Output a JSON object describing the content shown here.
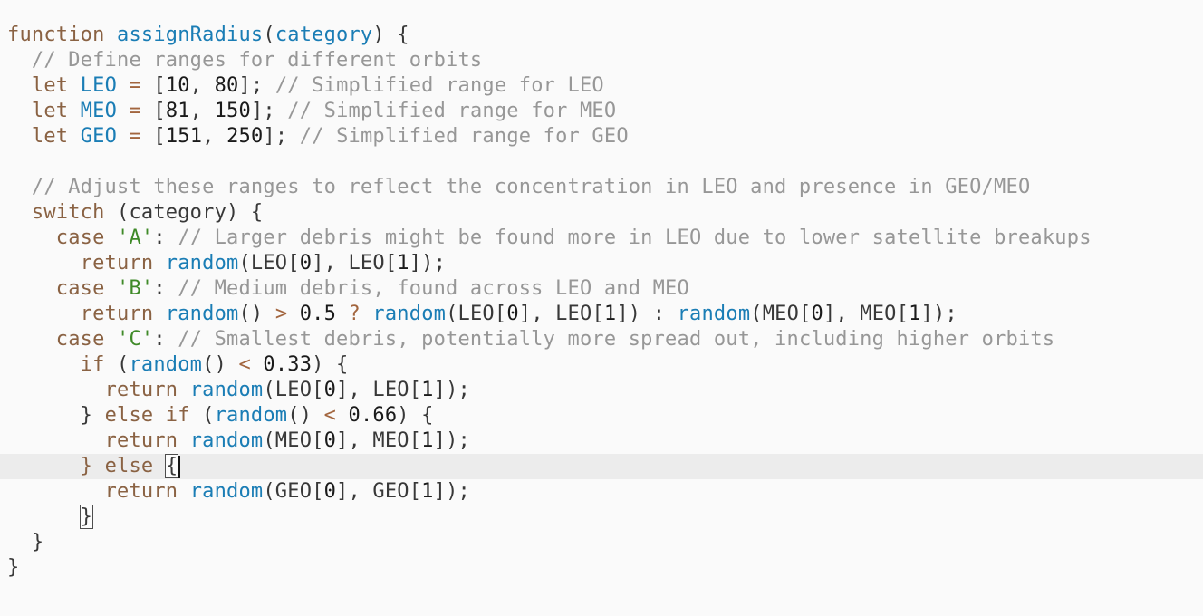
{
  "colors": {
    "background": "#fafafa",
    "active_line": "#ececec",
    "keyword": "#8a6243",
    "operator": "#a2653e",
    "identifier_blue": "#1a7db5",
    "string_green": "#3f8a28",
    "comment_gray": "#979797",
    "number": "#1a1a1a",
    "plain": "#383838",
    "cursor": "#161616"
  },
  "editor": {
    "language": "javascript",
    "cursor_line_number": 18,
    "lines": [
      {
        "tokens": [
          {
            "t": "function",
            "c": "kw"
          },
          {
            "t": " ",
            "c": "pl"
          },
          {
            "t": "assignRadius",
            "c": "def"
          },
          {
            "t": "(",
            "c": "pl"
          },
          {
            "t": "category",
            "c": "def"
          },
          {
            "t": ") {",
            "c": "pl"
          }
        ]
      },
      {
        "tokens": [
          {
            "t": "  ",
            "c": "pl"
          },
          {
            "t": "// Define ranges for different orbits",
            "c": "com"
          }
        ]
      },
      {
        "tokens": [
          {
            "t": "  ",
            "c": "pl"
          },
          {
            "t": "let",
            "c": "kw"
          },
          {
            "t": " ",
            "c": "pl"
          },
          {
            "t": "LEO",
            "c": "def"
          },
          {
            "t": " ",
            "c": "pl"
          },
          {
            "t": "=",
            "c": "op"
          },
          {
            "t": " [",
            "c": "pl"
          },
          {
            "t": "10",
            "c": "num"
          },
          {
            "t": ", ",
            "c": "pl"
          },
          {
            "t": "80",
            "c": "num"
          },
          {
            "t": "]; ",
            "c": "pl"
          },
          {
            "t": "// Simplified range for LEO",
            "c": "com"
          }
        ]
      },
      {
        "tokens": [
          {
            "t": "  ",
            "c": "pl"
          },
          {
            "t": "let",
            "c": "kw"
          },
          {
            "t": " ",
            "c": "pl"
          },
          {
            "t": "MEO",
            "c": "def"
          },
          {
            "t": " ",
            "c": "pl"
          },
          {
            "t": "=",
            "c": "op"
          },
          {
            "t": " [",
            "c": "pl"
          },
          {
            "t": "81",
            "c": "num"
          },
          {
            "t": ", ",
            "c": "pl"
          },
          {
            "t": "150",
            "c": "num"
          },
          {
            "t": "]; ",
            "c": "pl"
          },
          {
            "t": "// Simplified range for MEO",
            "c": "com"
          }
        ]
      },
      {
        "tokens": [
          {
            "t": "  ",
            "c": "pl"
          },
          {
            "t": "let",
            "c": "kw"
          },
          {
            "t": " ",
            "c": "pl"
          },
          {
            "t": "GEO",
            "c": "def"
          },
          {
            "t": " ",
            "c": "pl"
          },
          {
            "t": "=",
            "c": "op"
          },
          {
            "t": " [",
            "c": "pl"
          },
          {
            "t": "151",
            "c": "num"
          },
          {
            "t": ", ",
            "c": "pl"
          },
          {
            "t": "250",
            "c": "num"
          },
          {
            "t": "]; ",
            "c": "pl"
          },
          {
            "t": "// Simplified range for GEO",
            "c": "com"
          }
        ]
      },
      {
        "tokens": []
      },
      {
        "tokens": [
          {
            "t": "  ",
            "c": "pl"
          },
          {
            "t": "// Adjust these ranges to reflect the concentration in LEO and presence in GEO/MEO",
            "c": "com"
          }
        ]
      },
      {
        "tokens": [
          {
            "t": "  ",
            "c": "pl"
          },
          {
            "t": "switch",
            "c": "kw"
          },
          {
            "t": " (category) {",
            "c": "pl"
          }
        ]
      },
      {
        "tokens": [
          {
            "t": "    ",
            "c": "pl"
          },
          {
            "t": "case",
            "c": "kw"
          },
          {
            "t": " ",
            "c": "pl"
          },
          {
            "t": "'A'",
            "c": "str"
          },
          {
            "t": ": ",
            "c": "pl"
          },
          {
            "t": "// Larger debris might be found more in LEO due to lower satellite breakups",
            "c": "com"
          }
        ]
      },
      {
        "tokens": [
          {
            "t": "      ",
            "c": "pl"
          },
          {
            "t": "return",
            "c": "kw"
          },
          {
            "t": " ",
            "c": "pl"
          },
          {
            "t": "random",
            "c": "def"
          },
          {
            "t": "(LEO[",
            "c": "pl"
          },
          {
            "t": "0",
            "c": "num"
          },
          {
            "t": "], LEO[",
            "c": "pl"
          },
          {
            "t": "1",
            "c": "num"
          },
          {
            "t": "]);",
            "c": "pl"
          }
        ]
      },
      {
        "tokens": [
          {
            "t": "    ",
            "c": "pl"
          },
          {
            "t": "case",
            "c": "kw"
          },
          {
            "t": " ",
            "c": "pl"
          },
          {
            "t": "'B'",
            "c": "str"
          },
          {
            "t": ": ",
            "c": "pl"
          },
          {
            "t": "// Medium debris, found across LEO and MEO",
            "c": "com"
          }
        ]
      },
      {
        "tokens": [
          {
            "t": "      ",
            "c": "pl"
          },
          {
            "t": "return",
            "c": "kw"
          },
          {
            "t": " ",
            "c": "pl"
          },
          {
            "t": "random",
            "c": "def"
          },
          {
            "t": "() ",
            "c": "pl"
          },
          {
            "t": ">",
            "c": "op"
          },
          {
            "t": " ",
            "c": "pl"
          },
          {
            "t": "0.5",
            "c": "num"
          },
          {
            "t": " ",
            "c": "pl"
          },
          {
            "t": "?",
            "c": "op"
          },
          {
            "t": " ",
            "c": "pl"
          },
          {
            "t": "random",
            "c": "def"
          },
          {
            "t": "(LEO[",
            "c": "pl"
          },
          {
            "t": "0",
            "c": "num"
          },
          {
            "t": "], LEO[",
            "c": "pl"
          },
          {
            "t": "1",
            "c": "num"
          },
          {
            "t": "]) : ",
            "c": "pl"
          },
          {
            "t": "random",
            "c": "def"
          },
          {
            "t": "(MEO[",
            "c": "pl"
          },
          {
            "t": "0",
            "c": "num"
          },
          {
            "t": "], MEO[",
            "c": "pl"
          },
          {
            "t": "1",
            "c": "num"
          },
          {
            "t": "]);",
            "c": "pl"
          }
        ]
      },
      {
        "tokens": [
          {
            "t": "    ",
            "c": "pl"
          },
          {
            "t": "case",
            "c": "kw"
          },
          {
            "t": " ",
            "c": "pl"
          },
          {
            "t": "'C'",
            "c": "str"
          },
          {
            "t": ": ",
            "c": "pl"
          },
          {
            "t": "// Smallest debris, potentially more spread out, including higher orbits",
            "c": "com"
          }
        ]
      },
      {
        "tokens": [
          {
            "t": "      ",
            "c": "pl"
          },
          {
            "t": "if",
            "c": "kw"
          },
          {
            "t": " (",
            "c": "pl"
          },
          {
            "t": "random",
            "c": "def"
          },
          {
            "t": "() ",
            "c": "pl"
          },
          {
            "t": "<",
            "c": "op"
          },
          {
            "t": " ",
            "c": "pl"
          },
          {
            "t": "0.33",
            "c": "num"
          },
          {
            "t": ") {",
            "c": "pl"
          }
        ]
      },
      {
        "tokens": [
          {
            "t": "        ",
            "c": "pl"
          },
          {
            "t": "return",
            "c": "kw"
          },
          {
            "t": " ",
            "c": "pl"
          },
          {
            "t": "random",
            "c": "def"
          },
          {
            "t": "(LEO[",
            "c": "pl"
          },
          {
            "t": "0",
            "c": "num"
          },
          {
            "t": "], LEO[",
            "c": "pl"
          },
          {
            "t": "1",
            "c": "num"
          },
          {
            "t": "]);",
            "c": "pl"
          }
        ]
      },
      {
        "tokens": [
          {
            "t": "      } ",
            "c": "pl"
          },
          {
            "t": "else",
            "c": "kw"
          },
          {
            "t": " ",
            "c": "pl"
          },
          {
            "t": "if",
            "c": "kw"
          },
          {
            "t": " (",
            "c": "pl"
          },
          {
            "t": "random",
            "c": "def"
          },
          {
            "t": "() ",
            "c": "pl"
          },
          {
            "t": "<",
            "c": "op"
          },
          {
            "t": " ",
            "c": "pl"
          },
          {
            "t": "0.66",
            "c": "num"
          },
          {
            "t": ") {",
            "c": "pl"
          }
        ]
      },
      {
        "tokens": [
          {
            "t": "        ",
            "c": "pl"
          },
          {
            "t": "return",
            "c": "kw"
          },
          {
            "t": " ",
            "c": "pl"
          },
          {
            "t": "random",
            "c": "def"
          },
          {
            "t": "(MEO[",
            "c": "pl"
          },
          {
            "t": "0",
            "c": "num"
          },
          {
            "t": "], MEO[",
            "c": "pl"
          },
          {
            "t": "1",
            "c": "num"
          },
          {
            "t": "]);",
            "c": "pl"
          }
        ]
      },
      {
        "active": true,
        "tokens": [
          {
            "t": "      ",
            "c": "pl"
          },
          {
            "t": "}",
            "c": "kw"
          },
          {
            "t": " ",
            "c": "pl"
          },
          {
            "t": "else",
            "c": "kw"
          },
          {
            "t": " ",
            "c": "pl"
          },
          {
            "t": "{",
            "c": "pl",
            "box": true,
            "cursor": true
          }
        ]
      },
      {
        "tokens": [
          {
            "t": "        ",
            "c": "pl"
          },
          {
            "t": "return",
            "c": "kw"
          },
          {
            "t": " ",
            "c": "pl"
          },
          {
            "t": "random",
            "c": "def"
          },
          {
            "t": "(GEO[",
            "c": "pl"
          },
          {
            "t": "0",
            "c": "num"
          },
          {
            "t": "], GEO[",
            "c": "pl"
          },
          {
            "t": "1",
            "c": "num"
          },
          {
            "t": "]);",
            "c": "pl"
          }
        ]
      },
      {
        "tokens": [
          {
            "t": "      ",
            "c": "pl"
          },
          {
            "t": "}",
            "c": "pl",
            "box": true
          }
        ]
      },
      {
        "tokens": [
          {
            "t": "  }",
            "c": "pl"
          }
        ]
      },
      {
        "tokens": [
          {
            "t": "}",
            "c": "pl"
          }
        ]
      }
    ]
  }
}
